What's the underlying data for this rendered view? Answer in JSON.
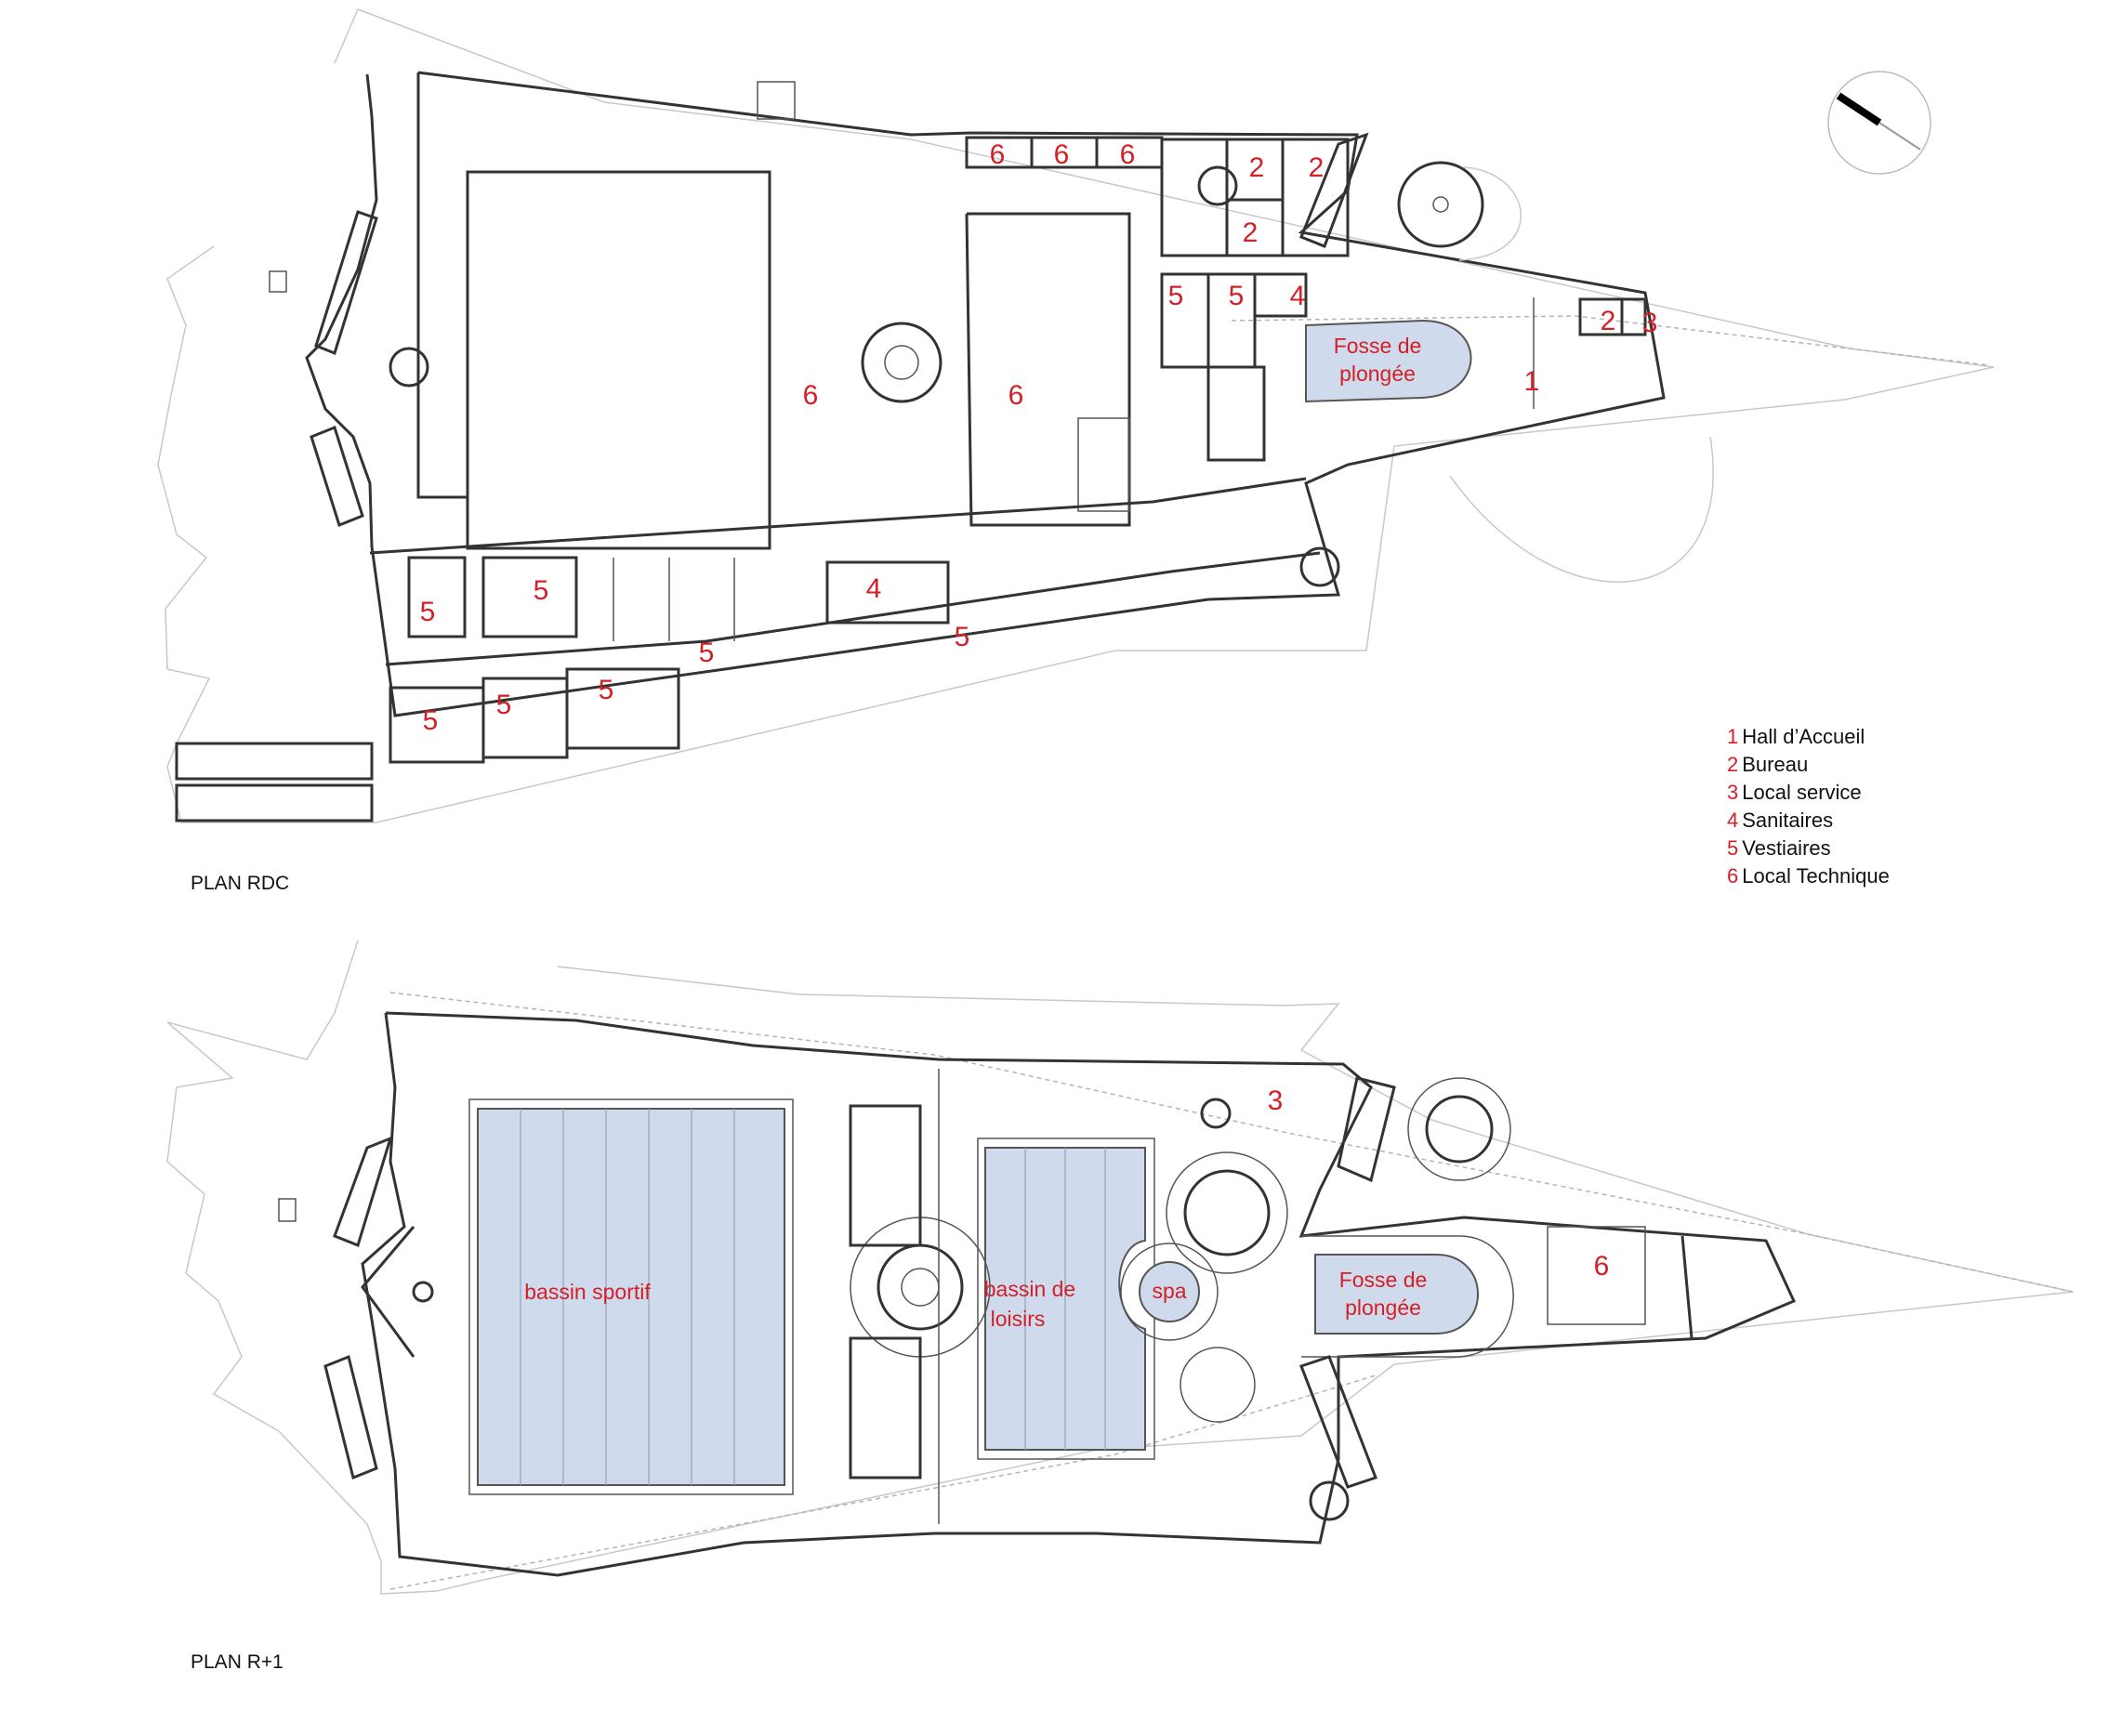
{
  "plans": {
    "rdc": {
      "caption": "PLAN RDC",
      "rooms": [
        "6",
        "6",
        "6",
        "2",
        "2",
        "2",
        "5",
        "5",
        "4",
        "2",
        "3",
        "6",
        "6",
        "1",
        "5",
        "5",
        "4",
        "5",
        "5",
        "5",
        "5",
        "5"
      ],
      "fosse": {
        "line1": "Fosse de",
        "line2": "plongée"
      }
    },
    "r1": {
      "caption": "PLAN R+1",
      "pools": {
        "sportif": "bassin sportif",
        "loisirs": {
          "line1": "bassin de",
          "line2": "loisirs"
        },
        "spa": "spa",
        "fosse": {
          "line1": "Fosse de",
          "line2": "plongée"
        }
      },
      "rooms": [
        "3",
        "6"
      ]
    }
  },
  "legend": [
    {
      "num": "1",
      "label": "Hall d’Accueil"
    },
    {
      "num": "2",
      "label": "Bureau"
    },
    {
      "num": "3",
      "label": "Local service"
    },
    {
      "num": "4",
      "label": "Sanitaires"
    },
    {
      "num": "5",
      "label": "Vestiaires"
    },
    {
      "num": "6",
      "label": "Local Technique"
    }
  ],
  "colors": {
    "label_red": "#d41f26",
    "pool_blue": "#cfdbec",
    "wall": "#333333"
  },
  "icons": [
    "north-arrow-icon"
  ]
}
